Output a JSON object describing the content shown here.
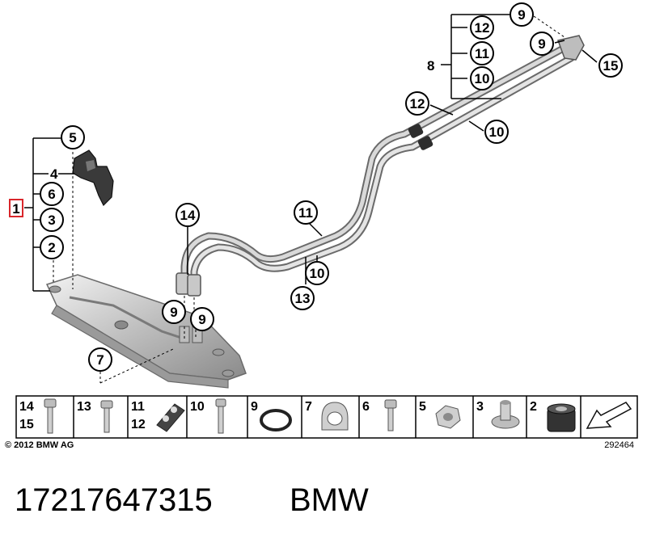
{
  "callouts": {
    "c1": "1",
    "c2": "2",
    "c3": "3",
    "c4": "4",
    "c5": "5",
    "c6": "6",
    "c7": "7",
    "c8": "8",
    "c9a": "9",
    "c9b": "9",
    "c9c": "9",
    "c9d": "9",
    "c10a": "10",
    "c10b": "10",
    "c10c": "10",
    "c11a": "11",
    "c11b": "11",
    "c12a": "12",
    "c12b": "12",
    "c13": "13",
    "c14": "14",
    "c15": "15"
  },
  "legend": {
    "cells": [
      {
        "top": "14",
        "bottom": "15"
      },
      {
        "top": "13",
        "bottom": ""
      },
      {
        "top": "11",
        "bottom": "12"
      },
      {
        "top": "10",
        "bottom": ""
      },
      {
        "top": "9",
        "bottom": ""
      },
      {
        "top": "7",
        "bottom": ""
      },
      {
        "top": "6",
        "bottom": ""
      },
      {
        "top": "5",
        "bottom": ""
      },
      {
        "top": "3",
        "bottom": ""
      },
      {
        "top": "2",
        "bottom": ""
      }
    ]
  },
  "footer": {
    "copyright": "© 2012 BMW AG",
    "diagram_number": "292464"
  },
  "caption": {
    "part_number": "17217647315",
    "brand": "BMW"
  },
  "colors": {
    "highlight_box": "#d9262b",
    "pipe_fill": "#d4d4d4",
    "pipe_edge": "#6a6a6a"
  }
}
